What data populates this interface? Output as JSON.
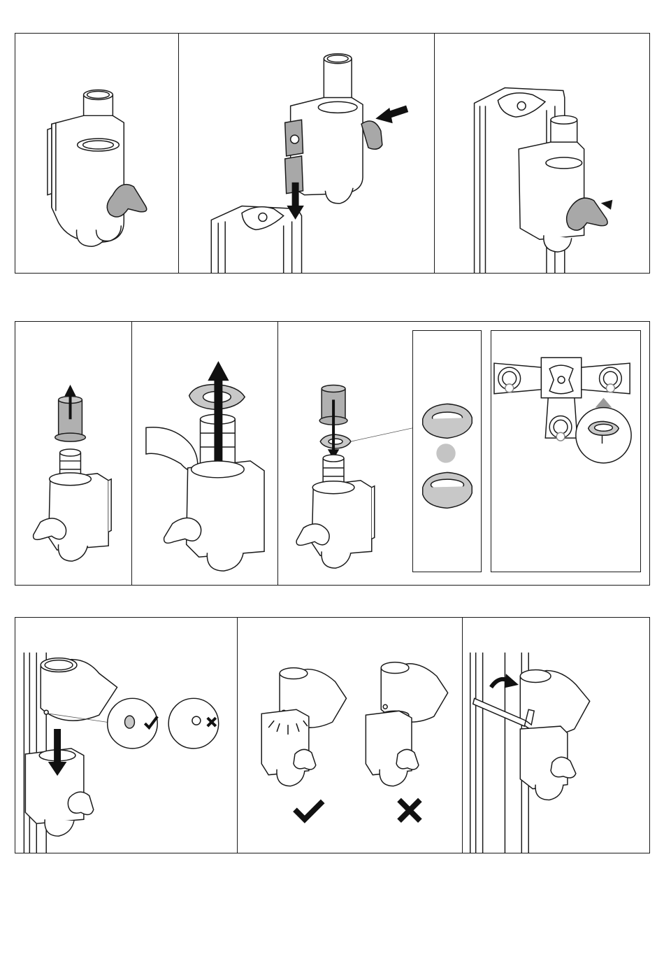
{
  "document": {
    "type": "wordless assembly instructions",
    "rows": [
      {
        "id": "row1",
        "panels": [
          {
            "id": "1a",
            "icon": "clamp-assembly-icon"
          },
          {
            "id": "1b",
            "icon": "clamp-insert-into-profile-icon"
          },
          {
            "id": "1c",
            "icon": "clamp-mounted-on-profile-icon"
          }
        ]
      },
      {
        "id": "row2",
        "panels": [
          {
            "id": "2a",
            "icon": "remove-sleeve-icon"
          },
          {
            "id": "2b",
            "icon": "remove-ring-icon"
          },
          {
            "id": "2c",
            "icon": "insert-ring-icon"
          },
          {
            "id": "2d",
            "icon": "ring-orientation-detail-icon"
          },
          {
            "id": "2e",
            "icon": "profile-slot-positions-icon"
          }
        ]
      },
      {
        "id": "row3",
        "panels": [
          {
            "id": "3a",
            "icon": "insert-arm-check-screw-icon"
          },
          {
            "id": "3b",
            "icon": "correct-vs-incorrect-seating-icon",
            "marks": [
              "check-icon",
              "cross-icon"
            ]
          },
          {
            "id": "3c",
            "icon": "tighten-with-hex-key-icon"
          }
        ]
      }
    ]
  }
}
